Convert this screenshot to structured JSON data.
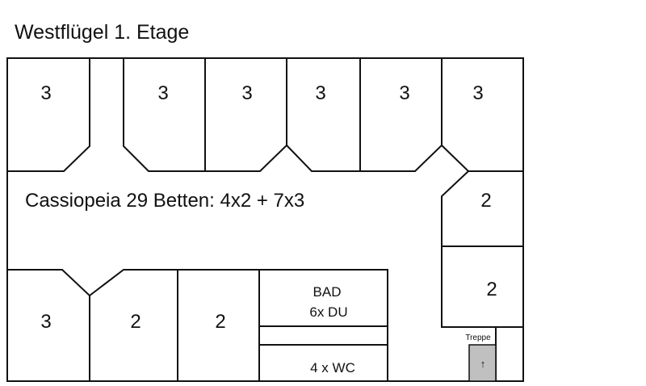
{
  "title": "Westflügel 1. Etage",
  "corridor_label": "Cassiopeia 29 Betten: 4x2 + 7x3",
  "rooms": {
    "top_1": "3",
    "top_2": "3",
    "top_3": "3",
    "top_4": "3",
    "top_5": "3",
    "top_6": "3",
    "right_1": "2",
    "right_2": "2",
    "bottom_1": "3",
    "bottom_2": "2",
    "bottom_3": "2"
  },
  "bath": {
    "line1": "BAD",
    "line2": "6x DU"
  },
  "wc": "4 x WC",
  "stairs": {
    "label": "Treppe",
    "arrow": "↑"
  },
  "colors": {
    "stairs_fill": "#c0c0c0"
  }
}
